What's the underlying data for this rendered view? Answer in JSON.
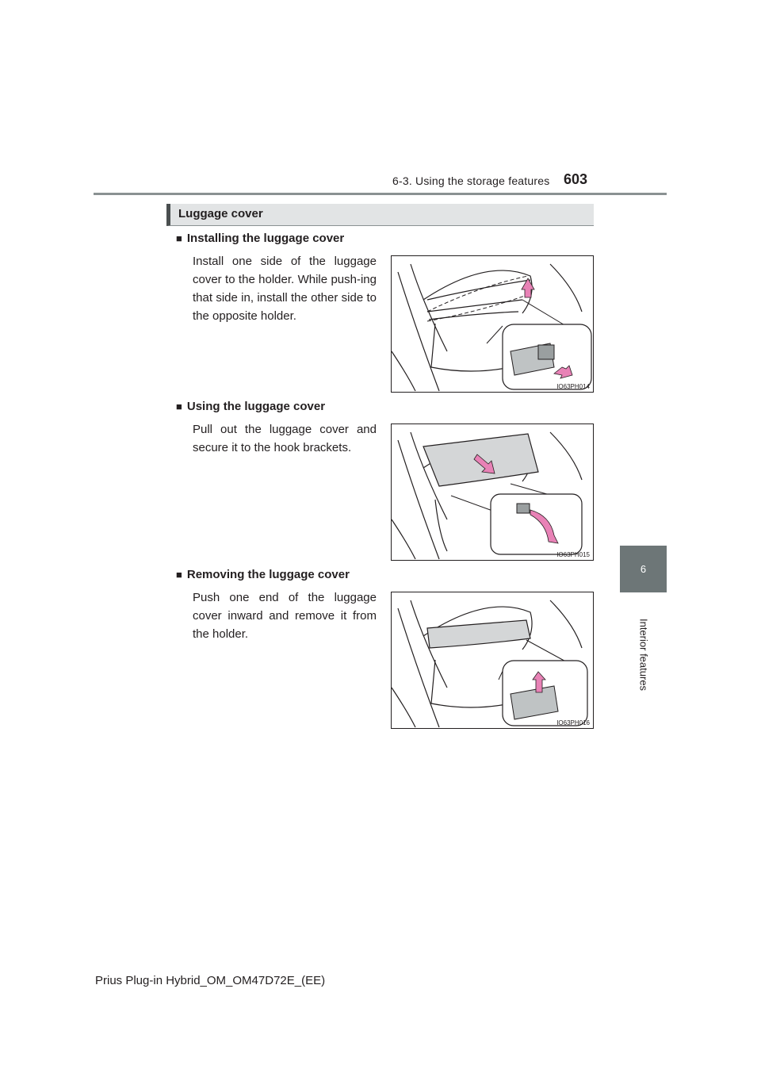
{
  "header": {
    "section": "6-3. Using the storage features",
    "page_number": "603"
  },
  "side_tab": {
    "chapter_number": "6",
    "chapter_label": "Interior features"
  },
  "section": {
    "title": "Luggage cover",
    "subsections": [
      {
        "marker": "■",
        "title": "Installing the luggage cover",
        "text": "Install one side of the luggage cover to the holder. While push-ing that side in, install the other side to the opposite holder.",
        "figure_code": "IO63PH014"
      },
      {
        "marker": "■",
        "title": "Using the luggage cover",
        "text": "Pull out the luggage cover and secure it to the hook brackets.",
        "figure_code": "IO63PH015"
      },
      {
        "marker": "■",
        "title": "Removing the luggage cover",
        "text": "Push one end of the luggage cover inward and remove it from the holder.",
        "figure_code": "IO63PH016"
      }
    ]
  },
  "footer": {
    "text": "Prius Plug-in Hybrid_OM_OM47D72E_(EE)"
  },
  "colors": {
    "arrow": "#e882b6",
    "tab": "#6d7677",
    "section_bar": "#e2e4e5"
  }
}
